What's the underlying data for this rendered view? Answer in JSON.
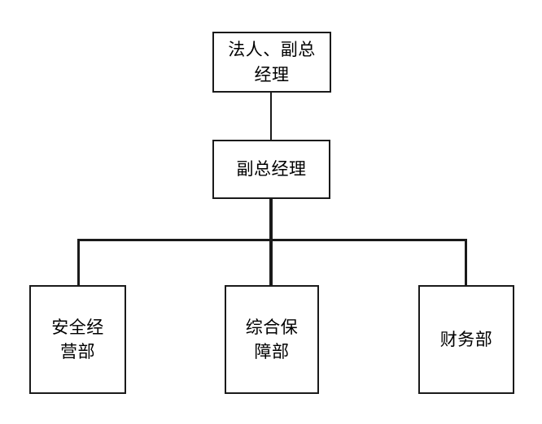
{
  "chart": {
    "type": "org-chart",
    "title": "",
    "background_color": "#ffffff",
    "line_color": "#1a1a1a",
    "text_color": "#000000",
    "nodes": [
      {
        "id": "ceo",
        "label": "法人、副总\n经理",
        "label_plain": "法人、副总经理",
        "level": 0
      },
      {
        "id": "deputy",
        "label": "副总经理",
        "label_plain": "副总经理",
        "level": 1
      },
      {
        "id": "safety",
        "label": "安全经\n营部",
        "label_plain": "安全经营部",
        "level": 2
      },
      {
        "id": "support",
        "label": "综合保\n障部",
        "label_plain": "综合保障部",
        "level": 2
      },
      {
        "id": "finance",
        "label": "财务部",
        "label_plain": "财务部",
        "level": 2
      }
    ],
    "edges": [
      {
        "from": "ceo",
        "to": "deputy"
      },
      {
        "from": "deputy",
        "to": "safety"
      },
      {
        "from": "deputy",
        "to": "support"
      },
      {
        "from": "deputy",
        "to": "finance"
      }
    ]
  }
}
